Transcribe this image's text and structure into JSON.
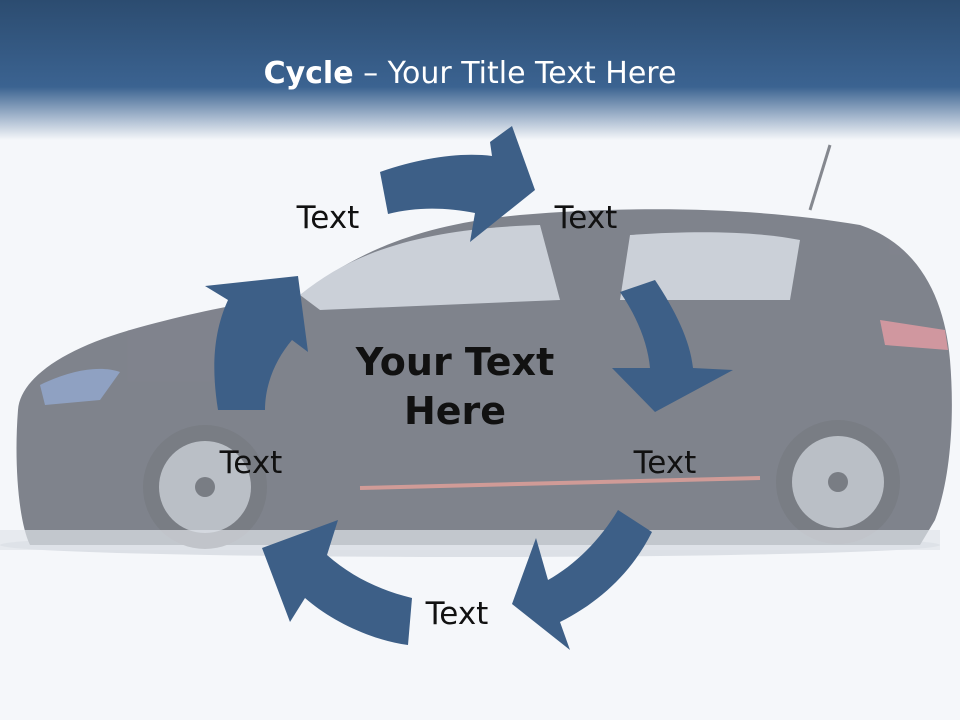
{
  "slide": {
    "title_bold": "Cycle",
    "title_rest": " – Your Title Text Here",
    "center_text_line1": "Your Text",
    "center_text_line2": "Here",
    "labels": [
      "Text",
      "Text",
      "Text",
      "Text",
      "Text"
    ]
  },
  "colors": {
    "header": "#3b6391",
    "arrow": "#3d5f87",
    "text": "#111111"
  },
  "icons": [
    "car-image",
    "cycle-arrow"
  ]
}
